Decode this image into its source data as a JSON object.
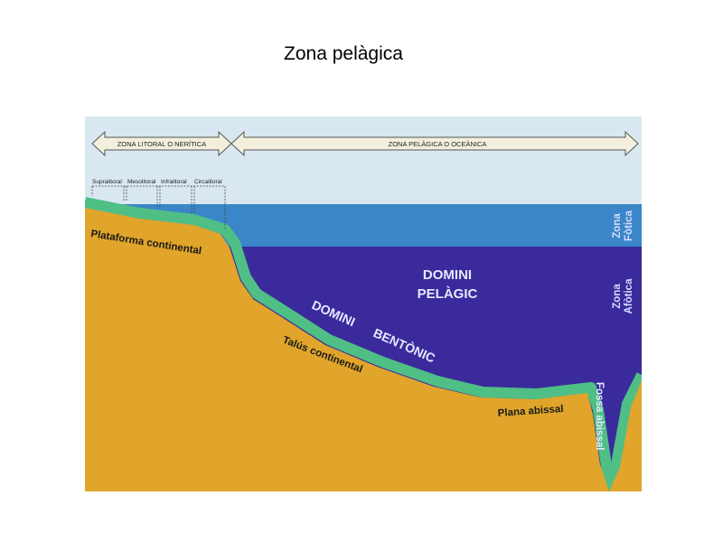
{
  "title": "Zona pelàgica",
  "diagram": {
    "zones": {
      "litoral": "ZONA LITORAL O NERÍTICA",
      "pelagica": "ZONA PELÀGICA O OCEÀNICA"
    },
    "subzones": [
      "Supralitoral",
      "Mesolitoral",
      "Infralitoral",
      "Circalitoral"
    ],
    "domini_pelagic": [
      "DOMINI",
      "PELÀGIC"
    ],
    "domini_bentonic": [
      "DOMINI",
      "BENTÒNIC"
    ],
    "zona_fotica": [
      "Zona",
      "Fòtica"
    ],
    "zona_afotica": [
      "Zona",
      "Afòtica"
    ],
    "landforms": {
      "plataforma": "Plataforma continental",
      "talus": "Talús continental",
      "plana": "Plana abissal",
      "fossa": "Fossa abissal"
    },
    "colors": {
      "sky": "#d9e8f0",
      "photic": "#3a86c8",
      "aphotic": "#3a2a9c",
      "seabed_band": "#4fbf86",
      "land": "#e0a52a"
    }
  }
}
